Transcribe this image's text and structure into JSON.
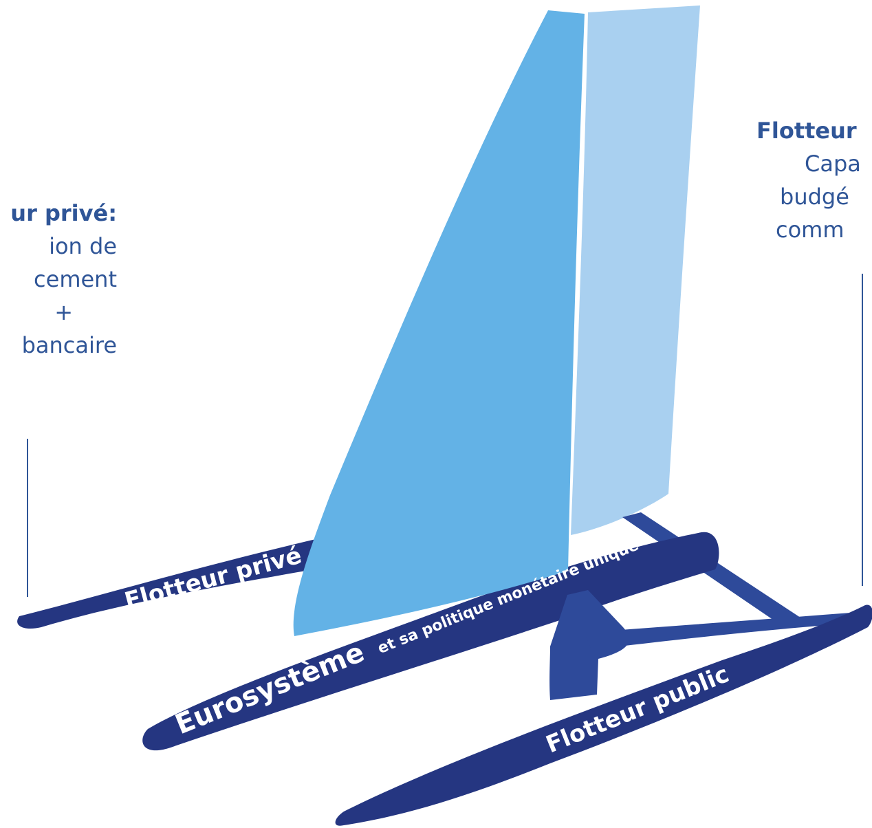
{
  "left_panel": {
    "heading": "ur privé:",
    "lines": [
      "ion de",
      "cement",
      "+",
      "bancaire"
    ]
  },
  "right_panel": {
    "heading": "Flotteur",
    "lines": [
      "Capa",
      "budgé",
      "comm"
    ]
  },
  "hulls": {
    "private": "Flotteur privé",
    "center_main": "Eurosystème",
    "center_sub": "et sa politique monétaire unique",
    "public": "Flotteur public"
  },
  "colors": {
    "hull": "#253681",
    "crossbar": "#2e4a9a",
    "sail_main": "#63b2e6",
    "sail_back": "#a9d0f0",
    "text_blue": "#2f5597",
    "bracket": "#2f5597"
  }
}
